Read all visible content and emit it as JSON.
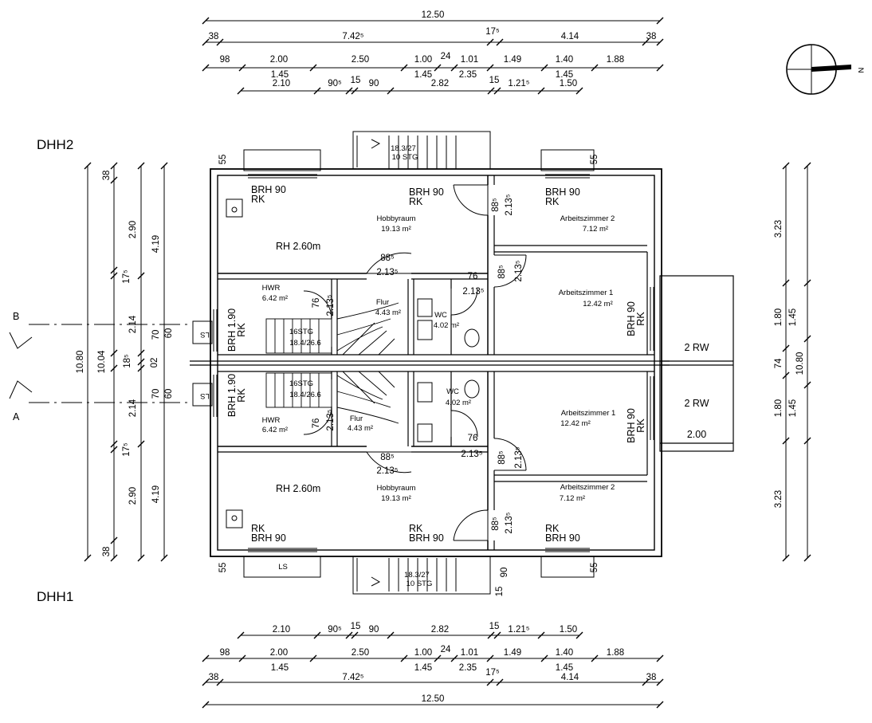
{
  "labels": {
    "dhh2": "DHH2",
    "dhh1": "DHH1",
    "section_b": "B",
    "section_a": "A",
    "north": "N"
  },
  "dims_top": {
    "r1": "12.50",
    "r2": [
      "38",
      "7.42⁵",
      "17⁵",
      "4.14",
      "38"
    ],
    "r3": [
      "98",
      "2.00",
      "2.50",
      "1.00",
      "24",
      "1.01",
      "1.49",
      "1.40",
      "1.88"
    ],
    "r3b": [
      "1.45",
      "1.45",
      "2.35",
      "1.45"
    ],
    "r4": [
      "2.10",
      "90⁵",
      "15",
      "90",
      "2.82",
      "15",
      "1.21⁵",
      "1.50"
    ]
  },
  "dims_bottom": {
    "r1": [
      "2.10",
      "90⁵",
      "15",
      "90",
      "2.82",
      "15",
      "1.21⁵",
      "1.50"
    ],
    "r2": [
      "98",
      "2.00",
      "2.50",
      "1.00",
      "24",
      "1.01",
      "1.49",
      "1.40",
      "1.88"
    ],
    "r2b": [
      "1.45",
      "1.45",
      "2.35",
      "1.45"
    ],
    "r3": [
      "38",
      "7.42⁵",
      "17⁵",
      "4.14",
      "38"
    ],
    "r4": "12.50"
  },
  "dims_left": {
    "outer": "10.80",
    "mid": "10.04",
    "c1": [
      "38",
      "2.90",
      "17⁵",
      "2.14",
      "18⁵",
      "2.14",
      "17⁵",
      "2.90",
      "38"
    ],
    "c2": [
      "4.19",
      "70",
      "02",
      "70",
      "4.19"
    ],
    "c3": [
      "60",
      "60"
    ]
  },
  "dims_right": {
    "c1": [
      "3.23",
      "1.80",
      "74",
      "1.80",
      "3.23"
    ],
    "c2": [
      "1.45",
      "10.80",
      "1.45"
    ]
  },
  "upper": {
    "brh_a": "BRH 90",
    "rk_a": "RK",
    "brh_b": "BRH 90",
    "rk_b": "RK",
    "brh_c": "BRH 90",
    "rk_c": "RK",
    "rh": "RH 2.60m",
    "hobby": "Hobbyraum",
    "hobby_area": "19.13 m²",
    "az2": "Arbeitszimmer 2",
    "az2_area": "7.12 m²",
    "az1": "Arbeitszimmer 1",
    "az1_area": "12.42 m²",
    "hwr": "HWR",
    "hwr_area": "6.42 m²",
    "flur": "Flur",
    "flur_area": "4.43 m²",
    "wc": "WC",
    "wc_area": "4.02 m²",
    "stg": "16STG",
    "stg_sub": "18.4/26.6",
    "stair_ext": "18.3/27",
    "stair_ext_sub": "10 STG",
    "brh_v1": "BRH 1.90",
    "rk_v1": "RK",
    "brh_v2": "BRH 90",
    "rk_v2": "RK",
    "ls": "LS",
    "d88a": "88⁵",
    "d213a": "2.13⁵",
    "d88b": "88⁵",
    "d213b": "2.13⁵",
    "d88c": "88⁵",
    "d213c": "2.13⁵",
    "d76a": "76",
    "d213d": "2.13⁵",
    "d76b": "76",
    "d213e": "2.13⁵",
    "d55": "55",
    "d55r": "55"
  },
  "lower": {
    "brh_a": "BRH 90",
    "rk_a": "RK",
    "brh_b": "BRH 90",
    "rk_b": "RK",
    "brh_c": "BRH 90",
    "rk_c": "RK",
    "rh": "RH 2.60m",
    "hobby": "Hobbyraum",
    "hobby_area": "19.13 m²",
    "az2": "Arbeitszimmer 2",
    "az2_area": "7.12 m²",
    "az1": "Arbeitszimmer 1",
    "az1_area": "12.42 m²",
    "hwr": "HWR",
    "hwr_area": "6.42 m²",
    "flur": "Flur",
    "flur_area": "4.43 m²",
    "wc": "WC",
    "wc_area": "4.02 m²",
    "stg": "16STG",
    "stg_sub": "18.4/26.6",
    "stair_ext": "18.3/27",
    "stair_ext_sub": "10 STG",
    "brh_v1": "BRH 1.90",
    "rk_v1": "RK",
    "brh_v2": "BRH 90",
    "rk_v2": "RK",
    "ls": "LS",
    "ls2": "LS",
    "d88a": "88⁵",
    "d213a": "2.13⁵",
    "d88b": "88⁵",
    "d213b": "2.13⁵",
    "d88c": "88⁵",
    "d213c": "2.13⁵",
    "d76a": "76",
    "d213d": "2.13⁵",
    "d76b": "76",
    "d213e": "2.13⁵",
    "d55": "55",
    "d55r": "55",
    "d90": "90",
    "d15": "15"
  },
  "rw": {
    "upper": "2 RW",
    "lower": "2 RW",
    "width": "2.00"
  }
}
